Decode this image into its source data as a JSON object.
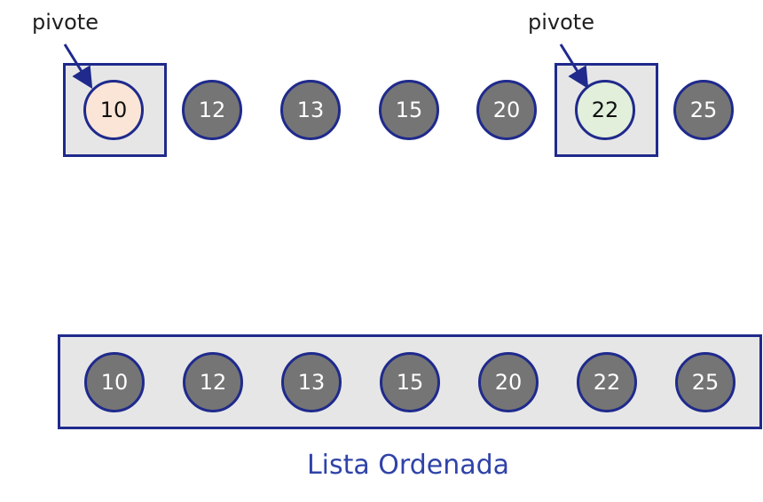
{
  "top": {
    "pivot_label": "pivote",
    "nodes": [
      {
        "value": "10",
        "kind": "pivot-a"
      },
      {
        "value": "12",
        "kind": "plain"
      },
      {
        "value": "13",
        "kind": "plain"
      },
      {
        "value": "15",
        "kind": "plain"
      },
      {
        "value": "20",
        "kind": "plain"
      },
      {
        "value": "22",
        "kind": "pivot-b"
      },
      {
        "value": "25",
        "kind": "plain"
      }
    ]
  },
  "bottom": {
    "nodes": [
      "10",
      "12",
      "13",
      "15",
      "20",
      "22",
      "25"
    ],
    "caption": "Lista Ordenada"
  },
  "colors": {
    "border": "#1f2a8c",
    "box_fill": "#e6e6e7",
    "node_fill": "#757575",
    "pivot_a_fill": "#fbe5d6",
    "pivot_b_fill": "#e2efda",
    "caption_color": "#2f43a8"
  }
}
